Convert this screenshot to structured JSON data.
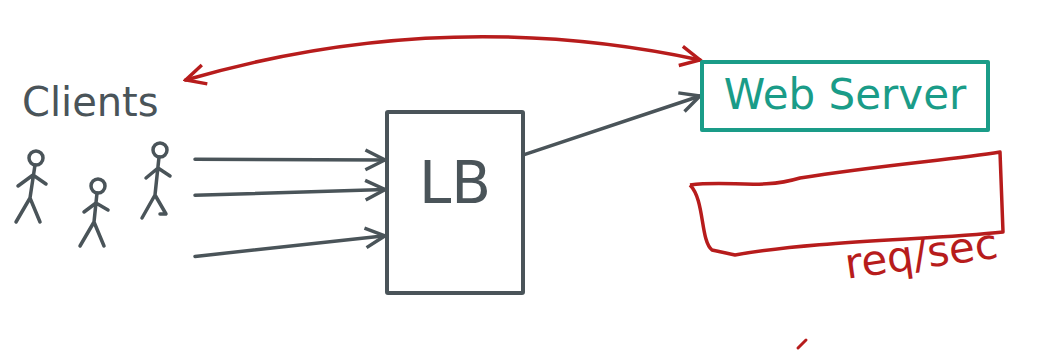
{
  "diagram": {
    "nodes": [
      {
        "text": [
          "Clients"
        ]
      },
      {
        "text": [
          "LB"
        ]
      },
      {
        "text": [
          "Web Server"
        ]
      }
    ],
    "edges": [
      {
        "from": 0,
        "to": 1,
        "arrow": "to"
      },
      {
        "from": 0,
        "to": 1,
        "arrow": "to"
      },
      {
        "from": 0,
        "to": 1,
        "arrow": "to"
      },
      {
        "from": 1,
        "to": 2,
        "arrow": "to"
      },
      {
        "from": 0,
        "to": 2,
        "arrow": "both"
      }
    ],
    "labels": [
      "req/sec"
    ]
  }
}
